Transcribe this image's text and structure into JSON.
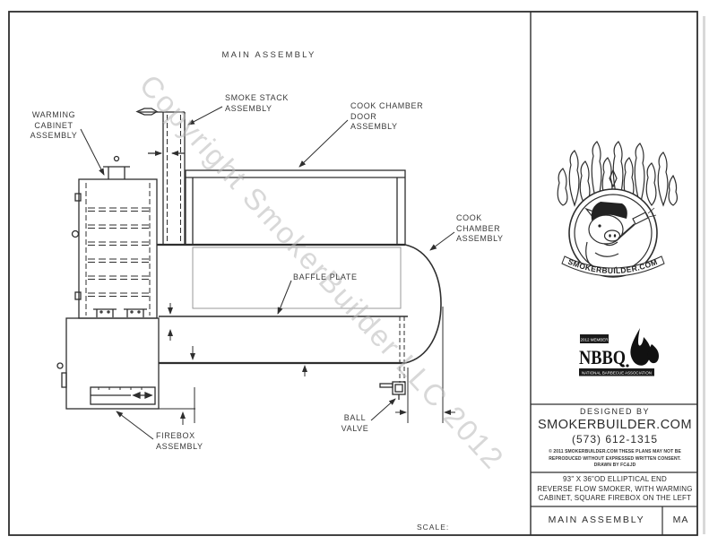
{
  "drawing": {
    "title": "MAIN ASSEMBLY",
    "scale_label": "SCALE:",
    "watermark": "Copyright SmokerBuilder LLC 2012",
    "labels": {
      "warming_cabinet": "WARMING\nCABINET\nASSEMBLY",
      "smoke_stack": "SMOKE STACK\nASSEMBLY",
      "cook_chamber_door": "COOK CHAMBER\nDOOR\nASSEMBLY",
      "cook_chamber": "COOK\nCHAMBER\nASSEMBLY",
      "baffle_plate": "BAFFLE PLATE",
      "ball_valve": "BALL\nVALVE",
      "firebox": "FIREBOX\nASSEMBLY"
    }
  },
  "sidebar": {
    "logo": {
      "brand_text": "SMOKERBUILDER.COM"
    },
    "nbbq": {
      "member_badge": "2012 MEMBER",
      "acronym": "NBBQ",
      "association": "NATIONAL BARBECUE ASSOCIATION"
    },
    "designed_by": {
      "heading": "DESIGNED BY",
      "company": "SMOKERBUILDER.COM",
      "phone": "(573) 612-1315",
      "legal_line1": "© 2011 SMOKERBUILDER.COM THESE PLANS MAY NOT BE",
      "legal_line2": "REPRODUCED WITHOUT EXPRESSED WRITTEN CONSENT.",
      "legal_line3": "DRAWN BY FC&JD"
    },
    "description": {
      "line1": "93\" X 36\"OD ELLIPTICAL END",
      "line2": "REVERSE FLOW SMOKER, WITH WARMING",
      "line3": "CABINET, SQUARE FIREBOX ON THE LEFT"
    },
    "title_block": {
      "sheet_title": "MAIN ASSEMBLY",
      "sheet_code": "MA"
    }
  },
  "colors": {
    "line": "#2e2e2e",
    "watermark": "#b9b9b9",
    "paper": "#ffffff"
  }
}
